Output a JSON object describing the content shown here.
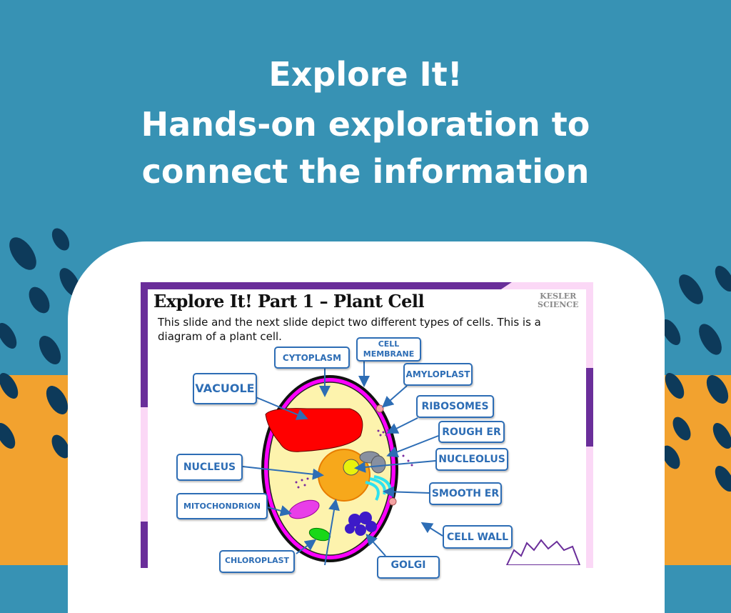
{
  "header": {
    "line1": "Explore It!",
    "line2": "Hands-on exploration to",
    "line3": "connect the information"
  },
  "slide": {
    "title": "Explore It!   Part 1 – Plant Cell",
    "description": "This slide and the next slide depict two different types of cells. This is a diagram of a plant cell.",
    "logo_line1": "KESLER",
    "logo_line2": "SCIENCE",
    "labels": {
      "cytoplasm": "CYTOPLASM",
      "cell_membrane": "CELL MEMBRANE",
      "amyloplast": "AMYLOPLAST",
      "vacuole": "VACUOLE",
      "ribosomes": "RIBOSOMES",
      "rough_er": "ROUGH ER",
      "nucleolus": "NUCLEOLUS",
      "nucleus": "NUCLEUS",
      "smooth_er": "SMOOTH ER",
      "mitochondrion": "MITOCHONDRION",
      "cell_wall": "CELL WALL",
      "chloroplast": "CHLOROPLAST",
      "golgi": "GOLGI"
    }
  },
  "colors": {
    "teal": "#3792b4",
    "orange": "#f2a22f",
    "navy": "#0d3a5a",
    "label_blue": "#2d6db5",
    "purple": "#6a2e9a"
  }
}
